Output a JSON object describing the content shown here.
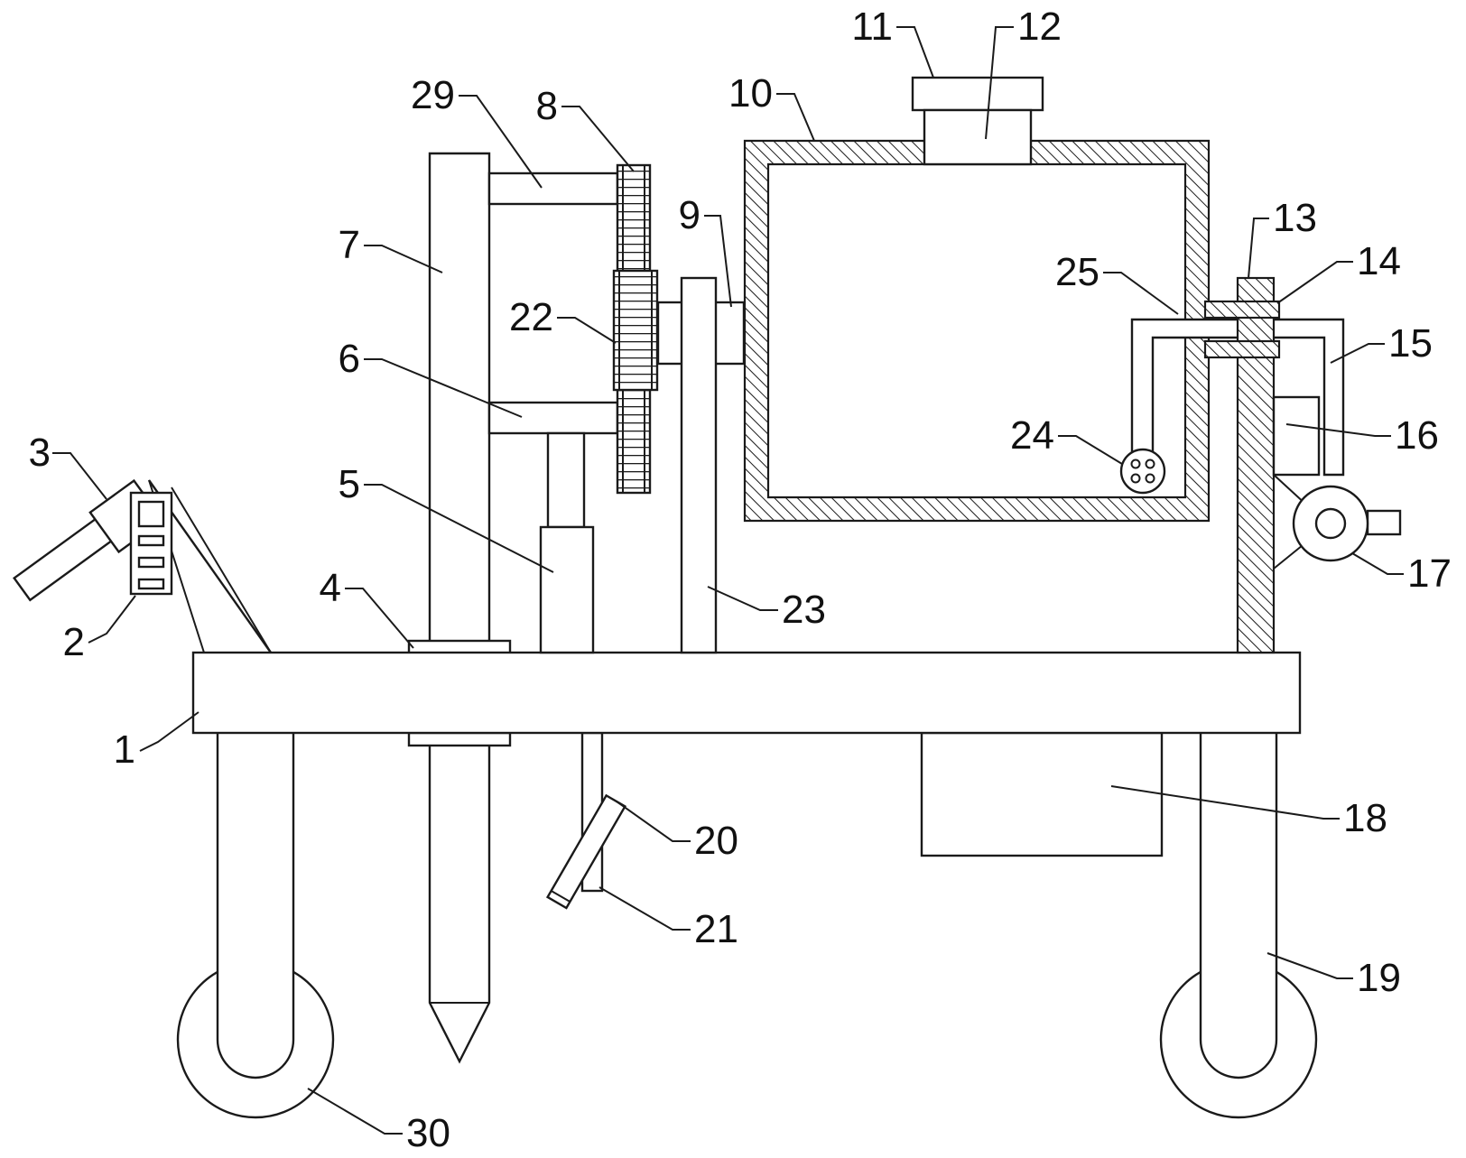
{
  "colors": {
    "line": "#1a1a1a",
    "background": "#ffffff",
    "label": "#111111"
  },
  "callouts": [
    {
      "id": "1",
      "text": "1"
    },
    {
      "id": "2",
      "text": "2"
    },
    {
      "id": "3",
      "text": "3"
    },
    {
      "id": "4",
      "text": "4"
    },
    {
      "id": "5",
      "text": "5"
    },
    {
      "id": "6",
      "text": "6"
    },
    {
      "id": "7",
      "text": "7"
    },
    {
      "id": "8",
      "text": "8"
    },
    {
      "id": "9",
      "text": "9"
    },
    {
      "id": "10",
      "text": "10"
    },
    {
      "id": "11",
      "text": "11"
    },
    {
      "id": "12",
      "text": "12"
    },
    {
      "id": "13",
      "text": "13"
    },
    {
      "id": "14",
      "text": "14"
    },
    {
      "id": "15",
      "text": "15"
    },
    {
      "id": "16",
      "text": "16"
    },
    {
      "id": "17",
      "text": "17"
    },
    {
      "id": "18",
      "text": "18"
    },
    {
      "id": "19",
      "text": "19"
    },
    {
      "id": "20",
      "text": "20"
    },
    {
      "id": "21",
      "text": "21"
    },
    {
      "id": "22",
      "text": "22"
    },
    {
      "id": "23",
      "text": "23"
    },
    {
      "id": "24",
      "text": "24"
    },
    {
      "id": "25",
      "text": "25"
    },
    {
      "id": "29",
      "text": "29"
    },
    {
      "id": "30",
      "text": "30"
    }
  ]
}
